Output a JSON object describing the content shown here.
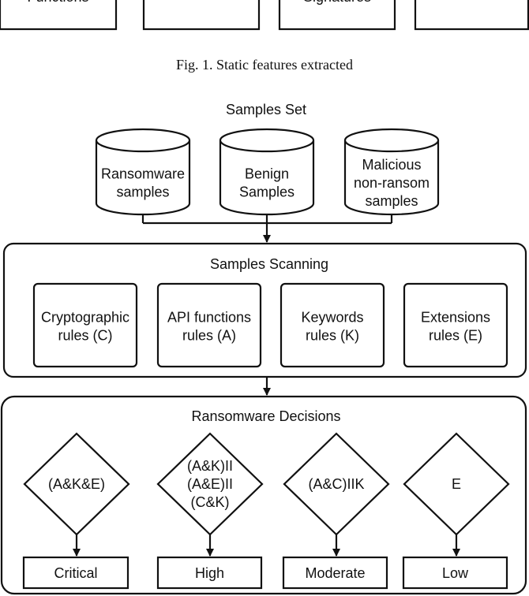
{
  "top_partial_boxes": [
    "Functions",
    "",
    "Signatures",
    ""
  ],
  "caption": "Fig. 1.  Static features extracted",
  "samples_set": {
    "title": "Samples Set",
    "items": [
      [
        "Ransomware",
        "samples"
      ],
      [
        "Benign",
        "Samples"
      ],
      [
        "Malicious",
        "non-ransom",
        "samples"
      ]
    ]
  },
  "scanning": {
    "title": "Samples Scanning",
    "rules": [
      [
        "Cryptographic",
        "rules  (C)"
      ],
      [
        "API functions",
        "rules (A)"
      ],
      [
        "Keywords",
        "rules (K)"
      ],
      [
        "Extensions",
        "rules (E)"
      ]
    ]
  },
  "decisions": {
    "title": "Ransomware Decisions",
    "conditions": [
      [
        "(A&K&E)"
      ],
      [
        "(A&K)II",
        "(A&E)II",
        "(C&K)"
      ],
      [
        "(A&C)IIK"
      ],
      [
        "E"
      ]
    ],
    "levels": [
      "Critical",
      "High",
      "Moderate",
      "Low"
    ]
  }
}
